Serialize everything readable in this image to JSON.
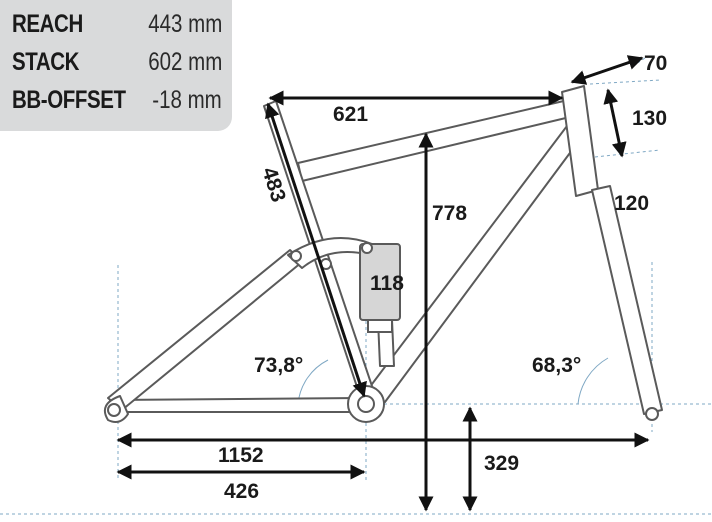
{
  "specs": [
    {
      "label": "REACH",
      "value": "443 mm"
    },
    {
      "label": "STACK",
      "value": "602 mm"
    },
    {
      "label": "BB-OFFSET",
      "value": "-18 mm"
    }
  ],
  "dimensions": {
    "top_tube": "621",
    "seat_tube": "483",
    "head_tube": "130",
    "head_tube_width": "70",
    "fork": "120",
    "frame_height": "778",
    "shock": "118",
    "seat_angle": "73,8°",
    "head_angle": "68,3°",
    "wheelbase": "1152",
    "chainstay": "426",
    "bb_height": "329"
  }
}
